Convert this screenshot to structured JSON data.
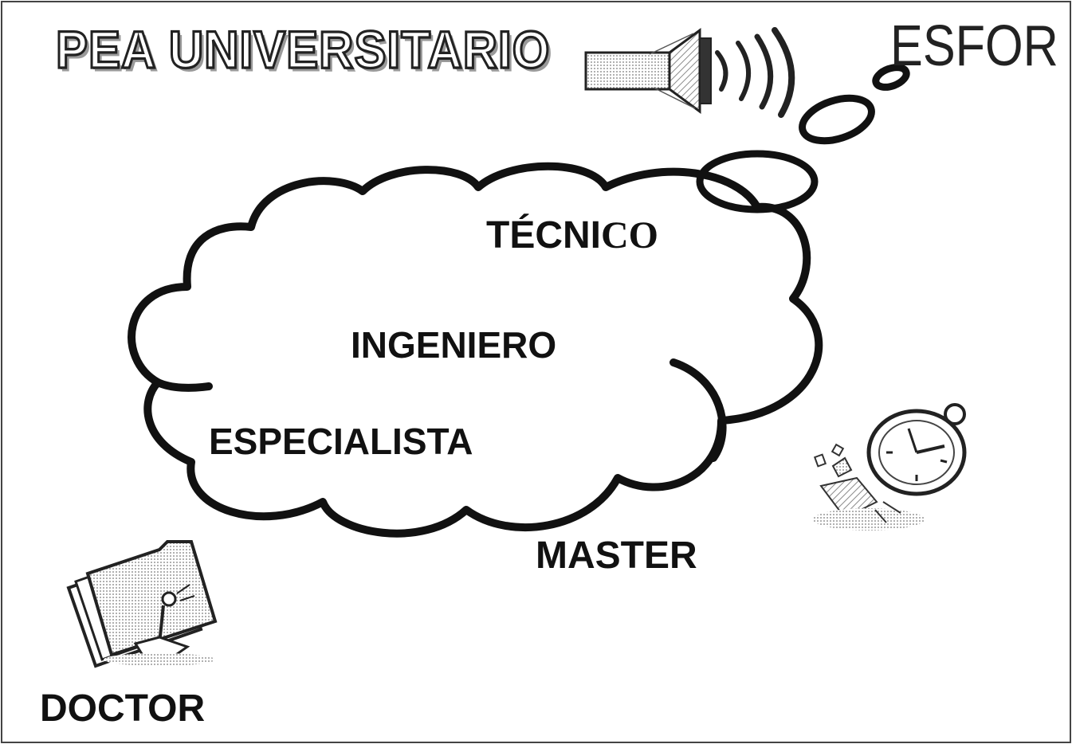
{
  "slide": {
    "title": "PEA UNIVERSITARIO",
    "brand": "ESFOR",
    "levels": {
      "tecnico_main": "TÉCNI",
      "tecnico_suffix": "CO",
      "ingeniero": "INGENIERO",
      "especialista": "ESPECIALISTA",
      "master": "MASTER",
      "doctor": "DOCTOR"
    },
    "icons": {
      "speaker": "speaker-icon",
      "sound_waves": "sound-waves-icon",
      "thought_bubble": "thought-bubble-icon",
      "cloud": "cloud-shape",
      "stopwatch": "stopwatch-clipart-icon",
      "folder": "folder-clipart-icon"
    },
    "colors": {
      "ink": "#111111",
      "background": "#ffffff",
      "hatch": "#8a8a8a"
    }
  }
}
